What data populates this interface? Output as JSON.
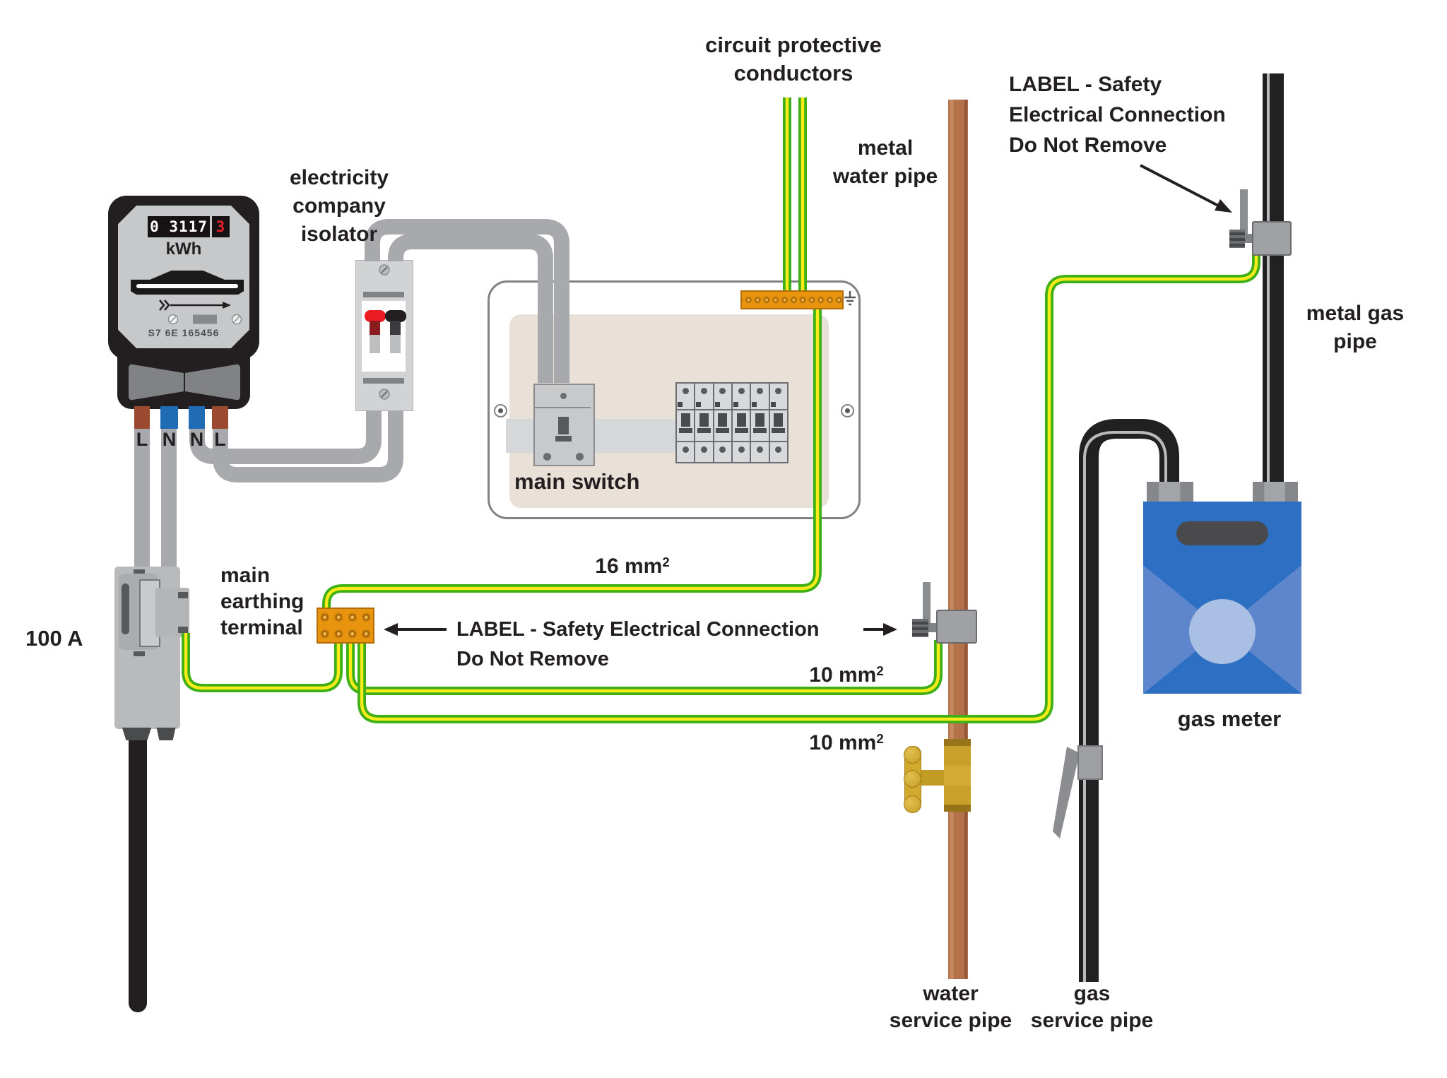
{
  "meter": {
    "reading": "0 3117",
    "reading_last_digit": "3",
    "unit": "kWh",
    "serial": "S7 6E 165456",
    "terminals": [
      "L",
      "N",
      "N",
      "L"
    ]
  },
  "labels": {
    "cpc": [
      "circuit protective",
      "conductors"
    ],
    "isolator": [
      "electricity",
      "company",
      "isolator"
    ],
    "metal_water_pipe": [
      "metal",
      "water pipe"
    ],
    "safety_label_gas": [
      "LABEL - Safety",
      "Electrical Connection",
      "Do Not Remove"
    ],
    "metal_gas_pipe": [
      "metal gas",
      "pipe"
    ],
    "main_switch": "main switch",
    "conductor_16mm": {
      "value": "16 mm",
      "sup": "2"
    },
    "conductor_10mm_water": {
      "value": "10 mm",
      "sup": "2"
    },
    "conductor_10mm_gas": {
      "value": "10 mm",
      "sup": "2"
    },
    "main_earthing_terminal": [
      "main",
      "earthing",
      "terminal"
    ],
    "safety_label_main": [
      "LABEL - Safety Electrical Connection",
      "Do Not Remove"
    ],
    "service_fuse_rating": "100 A",
    "gas_meter": "gas meter",
    "water_service_pipe": [
      "water",
      "service pipe"
    ],
    "gas_service_pipe": [
      "gas",
      "service pipe"
    ]
  },
  "colors": {
    "earth_wire_green": "#3eb015",
    "earth_wire_yellow": "#f7ec1a",
    "cable_grey": "#a7a9ac",
    "copper_pipe": "#b5714a",
    "gas_pipe_black": "#212121",
    "terminal_orange": "#e8940f",
    "gas_meter_blue": "#2d70c3",
    "brass_valve": "#c9a02a",
    "live_terminal_brown": "#9b4a2f",
    "neutral_terminal_blue": "#1f6cb5",
    "meter_digit_red": "#e8212a"
  }
}
